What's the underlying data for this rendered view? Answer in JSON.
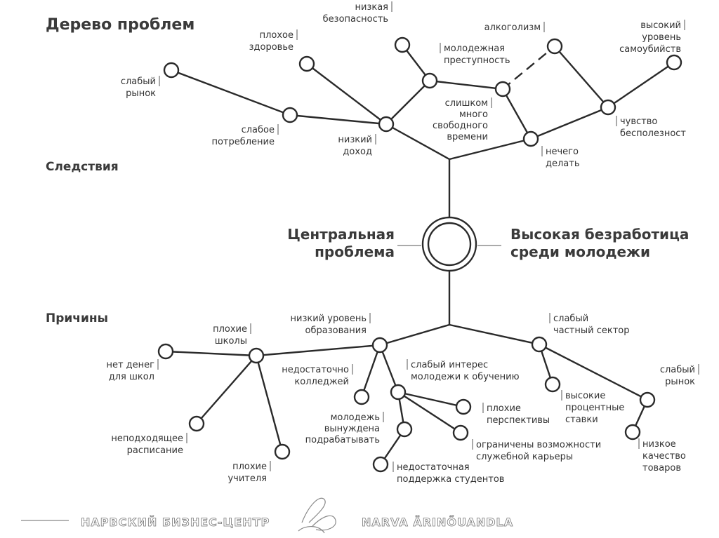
{
  "title": "Дерево проблем",
  "sections": {
    "effects": "Следствия",
    "causes": "Причины"
  },
  "center": {
    "label": [
      "Центральная",
      "проблема"
    ],
    "problem": [
      "Высокая безработица",
      "среди молодежи"
    ]
  },
  "effects": {
    "weak_market": [
      "слабый",
      "рынок"
    ],
    "poor_health": [
      "плохое",
      "здоровье"
    ],
    "low_safety": [
      "низкая",
      "безопасность"
    ],
    "youth_crime": [
      "молодежная",
      "преступность"
    ],
    "alcoholism": [
      "алкоголизм"
    ],
    "suicide": [
      "высокий",
      "уровень",
      "самоубийств"
    ],
    "too_much_time": [
      "слишком",
      "много",
      "свободного",
      "времени"
    ],
    "uselessness": [
      "чувство",
      "бесполезност"
    ],
    "nothing_to_do": [
      "нечего",
      "делать"
    ],
    "low_income": [
      "низкий",
      "доход"
    ],
    "weak_consumption": [
      "слабое",
      "потребление"
    ]
  },
  "causes": {
    "low_education": [
      "низкий уровень",
      "образования"
    ],
    "bad_schools": [
      "плохие",
      "школы"
    ],
    "no_money": [
      "нет денег",
      "для школ"
    ],
    "bad_schedule": [
      "неподходящее",
      "расписание"
    ],
    "bad_teachers": [
      "плохие",
      "учителя"
    ],
    "few_colleges": [
      "недостаточно",
      "колледжей"
    ],
    "weak_interest": [
      "слабый интерес",
      "молодежи к обучению"
    ],
    "bad_prospects": [
      "плохие",
      "перспективы"
    ],
    "limited_career": [
      "ограничены возможности",
      "служебной карьеры"
    ],
    "forced_work": [
      "молодежь",
      "вынуждена",
      "подрабатывать"
    ],
    "student_support": [
      "недостаточная",
      "поддержка студентов"
    ],
    "weak_private": [
      "слабый",
      "частный сектор"
    ],
    "high_rates": [
      "высокие",
      "процентные",
      "ставки"
    ],
    "weak_market": [
      "слабый",
      "рынок"
    ],
    "low_quality": [
      "низкое",
      "качество",
      "товаров"
    ]
  },
  "footer": {
    "left": "НАРВСКИЙ БИЗНЕС-ЦЕНТР",
    "right": "NARVA ÄRINÕUANDLA"
  }
}
